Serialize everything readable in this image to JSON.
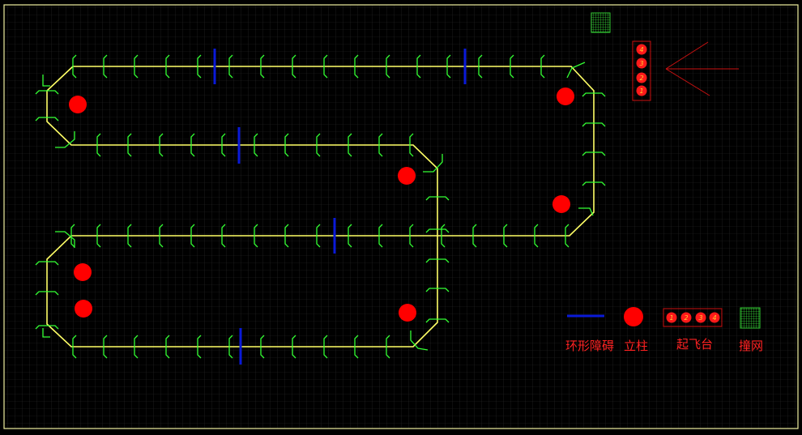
{
  "colors": {
    "background": "#000000",
    "grid": "#2a2a2a",
    "frame": "#f0f0a0",
    "track": "#ffff66",
    "tick": "#33ff33",
    "ring_obstacle": "#0a1ad8",
    "pillar": "#ff0000",
    "takeoff": "#ff0000",
    "net": "#33cc33",
    "arrow": "#cc1111"
  },
  "launch_pad": {
    "numbers": [
      "1",
      "2",
      "3",
      "4"
    ]
  },
  "legend": {
    "ring_obstacle_label": "环形障碍",
    "pillar_label": "立柱",
    "takeoff_label": "起飞台",
    "net_label": "撞网"
  }
}
